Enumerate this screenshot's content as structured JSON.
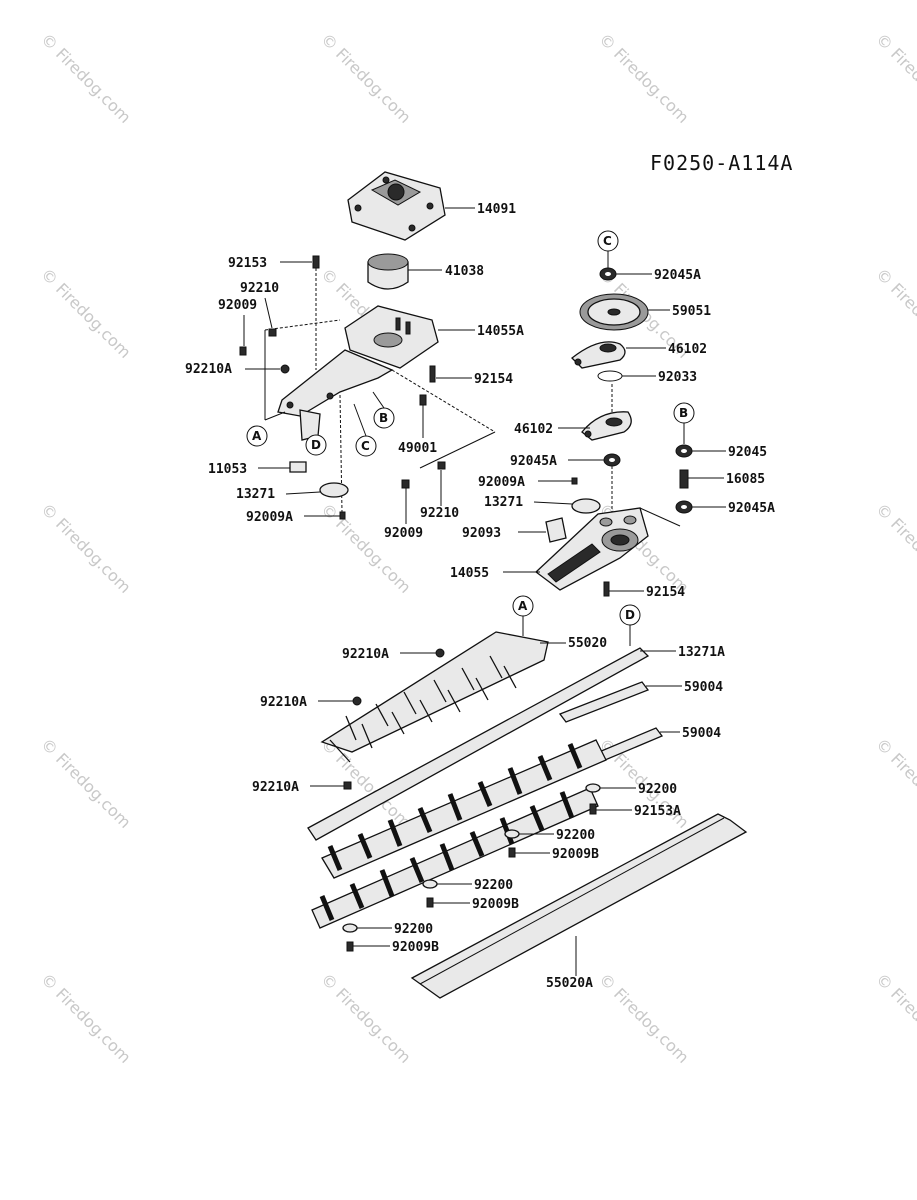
{
  "diagram_code": "F0250-A114A",
  "watermark": "© Firedog.com",
  "callouts": {
    "A": "A",
    "B": "B",
    "C": "C",
    "D": "D"
  },
  "parts": {
    "p14091": "14091",
    "p41038": "41038",
    "p92153": "92153",
    "p92210_top": "92210",
    "p92009_top": "92009",
    "p14055A": "14055A",
    "p92210A_left": "92210A",
    "p92154_top": "92154",
    "p49001": "49001",
    "p11053": "11053",
    "p13271_left": "13271",
    "p92009A_left": "92009A",
    "p92210_mid": "92210",
    "p92009_mid": "92009",
    "p92045A_top": "92045A",
    "p59051": "59051",
    "p46102_top": "46102",
    "p92033": "92033",
    "p46102_mid": "46102",
    "p92045A_mid": "92045A",
    "p92009A_right": "92009A",
    "p13271_right": "13271",
    "p92093": "92093",
    "p14055": "14055",
    "p92154_bottom": "92154",
    "p92045": "92045",
    "p16085": "16085",
    "p92045A_right": "92045A",
    "p55020": "55020",
    "p13271A": "13271A",
    "p92210A_b1": "92210A",
    "p59004_1": "59004",
    "p92210A_b2": "92210A",
    "p59004_2": "59004",
    "p92210A_b3": "92210A",
    "p92200_1": "92200",
    "p92153A": "92153A",
    "p92200_2": "92200",
    "p92009B_1": "92009B",
    "p92200_3": "92200",
    "p92009B_2": "92009B",
    "p92200_4": "92200",
    "p92009B_3": "92009B",
    "p55020A": "55020A"
  }
}
